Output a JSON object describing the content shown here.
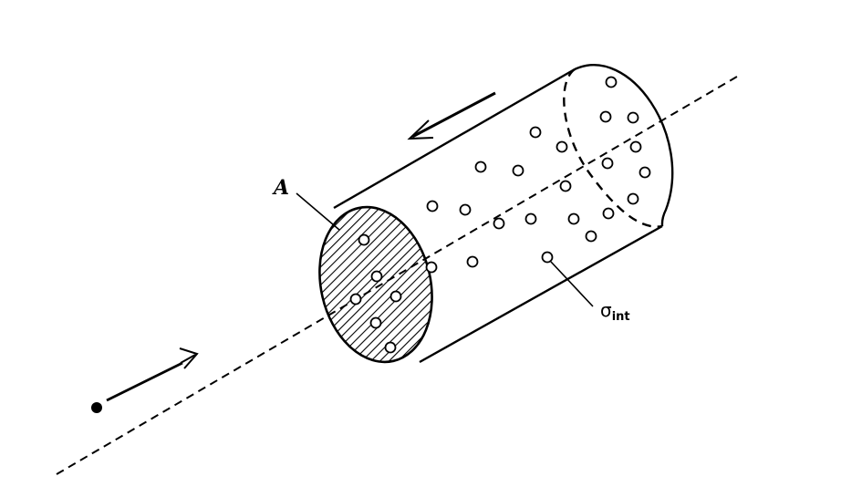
{
  "figure": {
    "label_area": "A",
    "label_sigma": "σ",
    "label_sigma_sub": "int"
  }
}
